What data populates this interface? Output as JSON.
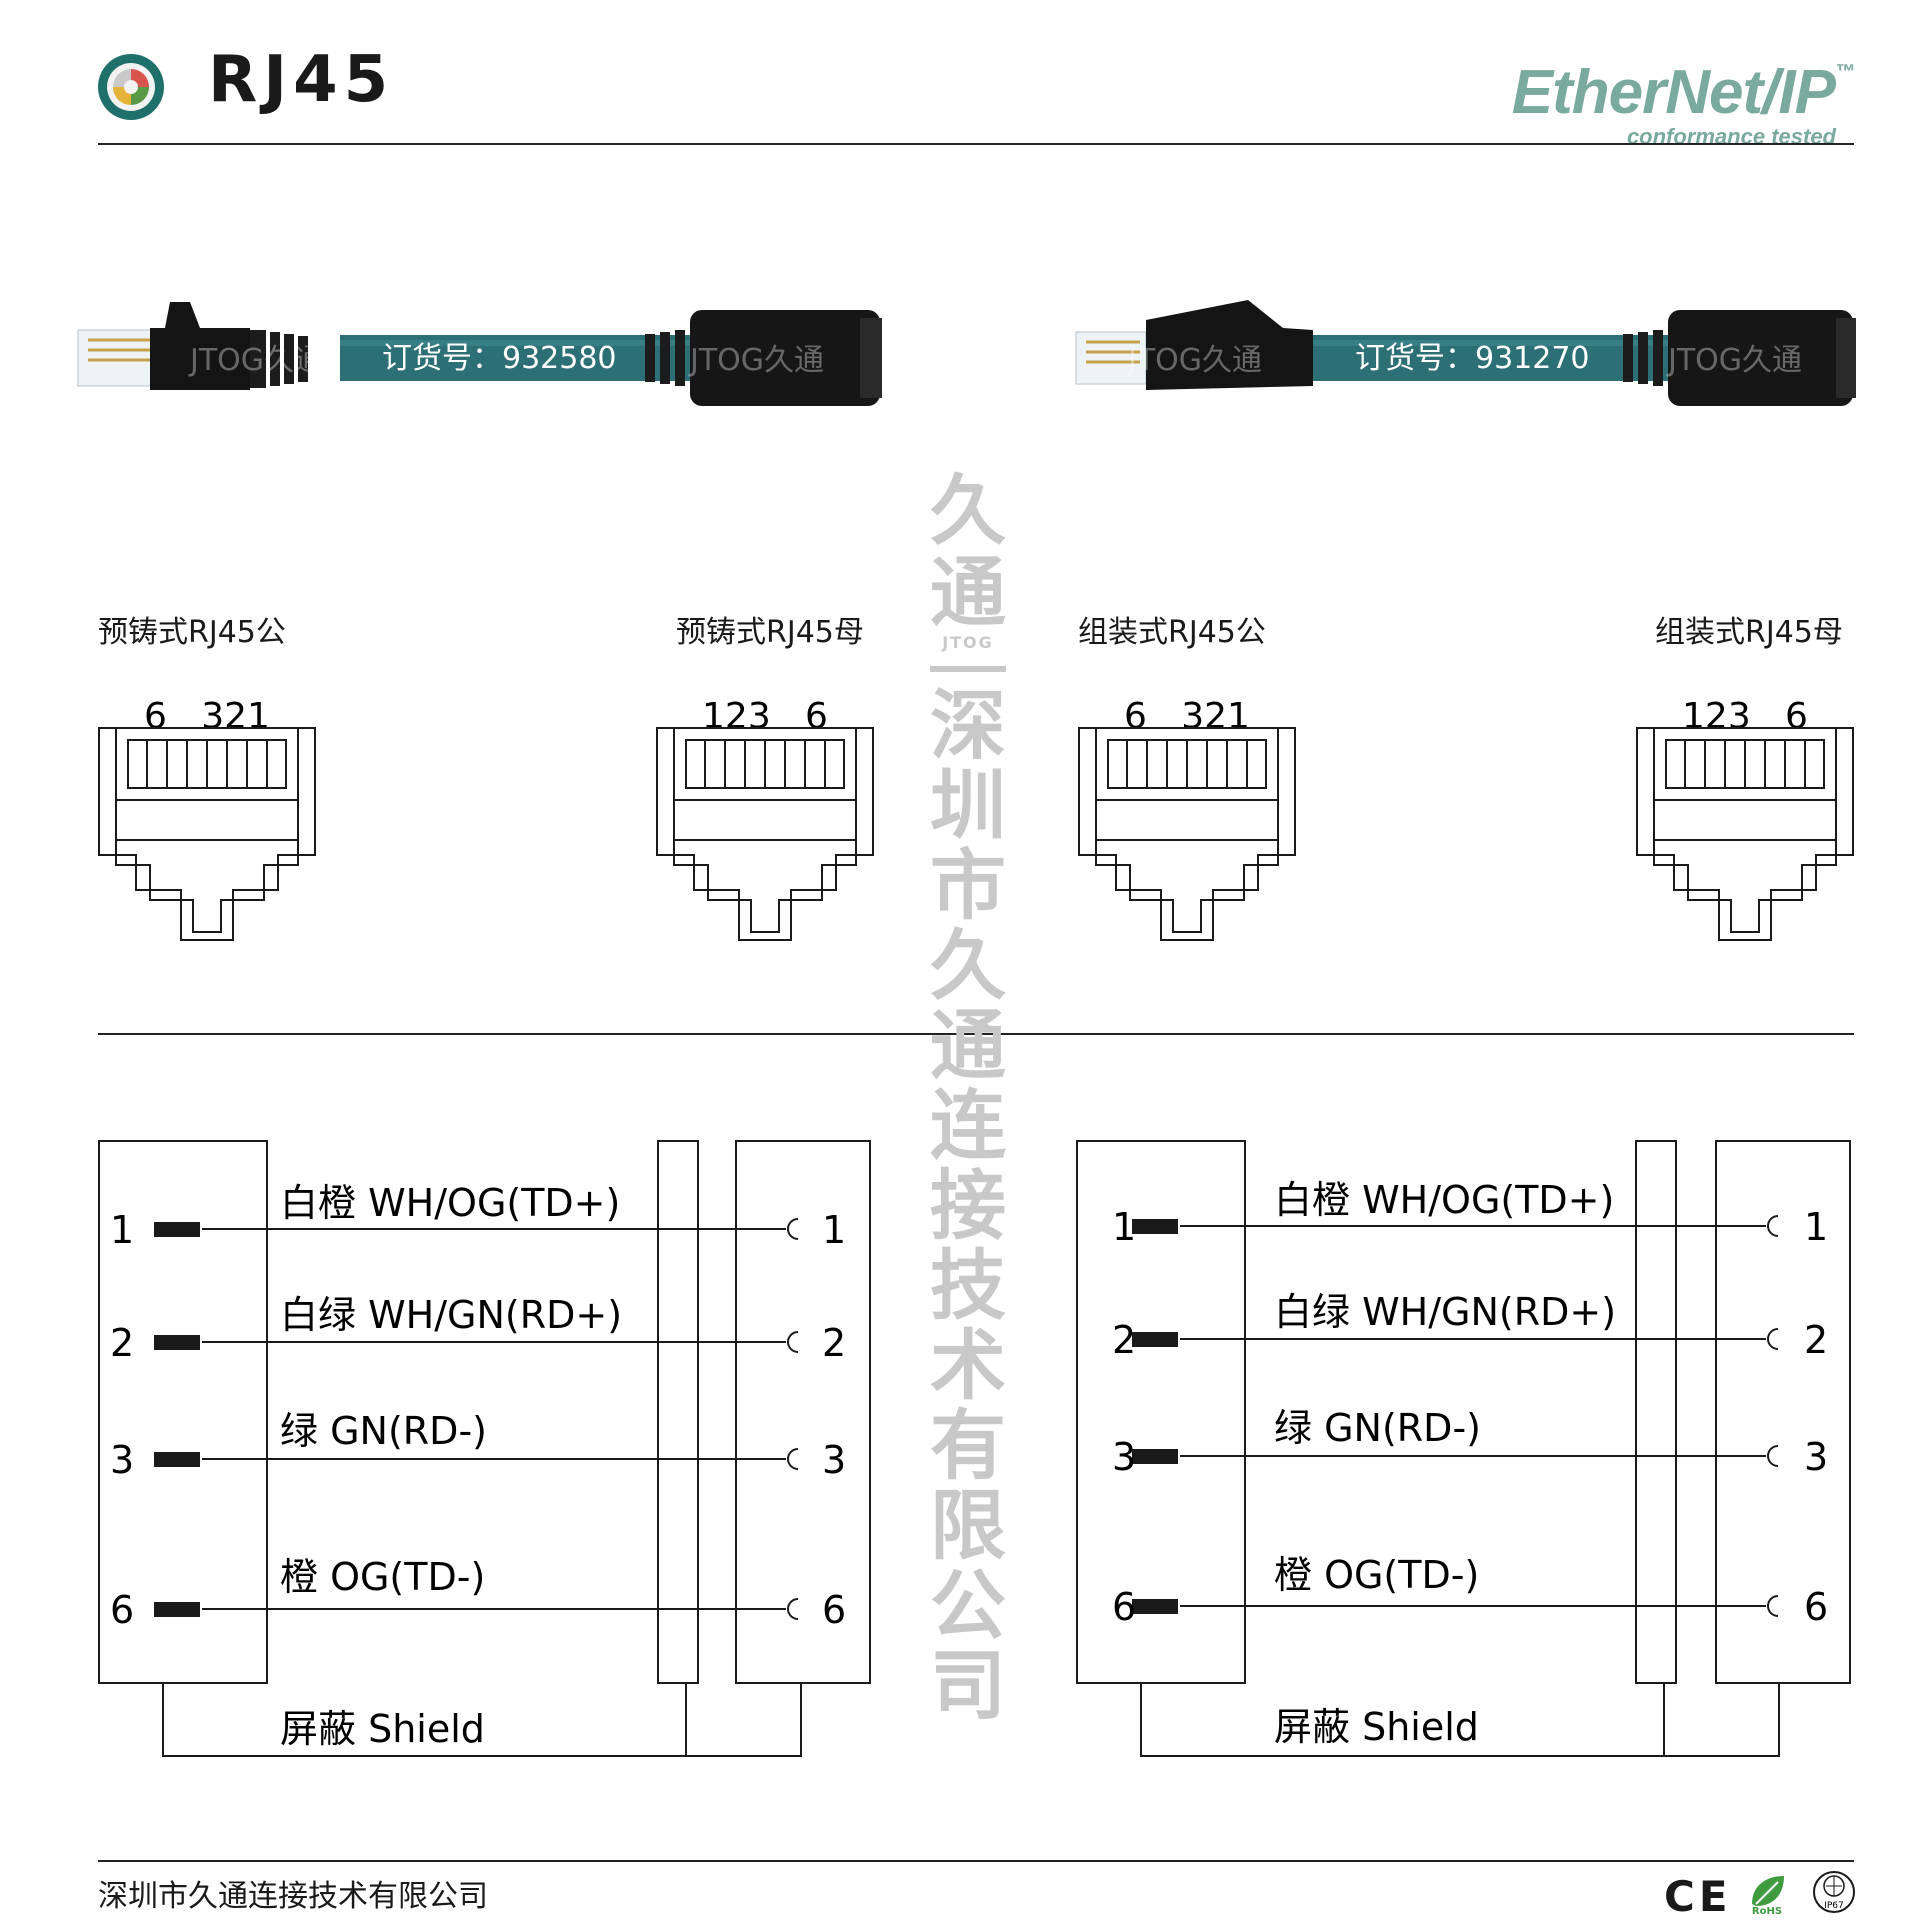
{
  "header": {
    "title": "RJ45",
    "logo_main": "EtherNet/IP",
    "logo_tm": "™",
    "logo_sub": "conformance tested"
  },
  "cables": [
    {
      "order_label": "订货号：932580",
      "watermark": "JTOG久通"
    },
    {
      "order_label": "订货号：931270",
      "watermark": "JTOG久通"
    }
  ],
  "connectors": [
    {
      "label": "预铸式RJ45公",
      "pins": "6   321"
    },
    {
      "label": "预铸式RJ45母",
      "pins": "123   6"
    },
    {
      "label": "组装式RJ45公",
      "pins": "6   321"
    },
    {
      "label": "组装式RJ45母",
      "pins": "123   6"
    }
  ],
  "wiring": {
    "wires": [
      {
        "pin": "1",
        "label": "白橙 WH/OG(TD+)"
      },
      {
        "pin": "2",
        "label": "白绿 WH/GN(RD+)"
      },
      {
        "pin": "3",
        "label": "绿 GN(RD-)"
      },
      {
        "pin": "6",
        "label": "橙 OG(TD-)"
      }
    ],
    "shield_label": "屏蔽 Shield"
  },
  "watermark": {
    "top": "久通",
    "jtog": "JTOG",
    "chars": [
      "深",
      "圳",
      "市",
      "久",
      "通",
      "连",
      "接",
      "技",
      "术",
      "有",
      "限",
      "公",
      "司"
    ]
  },
  "footer": {
    "company": "深圳市久通连接技术有限公司",
    "ce": "CE",
    "rohs": "RoHS",
    "ip": "IP67"
  },
  "colors": {
    "cable_teal": "#2c6f75",
    "logo_teal": "#7aa99e",
    "ink": "#1a1a1a"
  }
}
